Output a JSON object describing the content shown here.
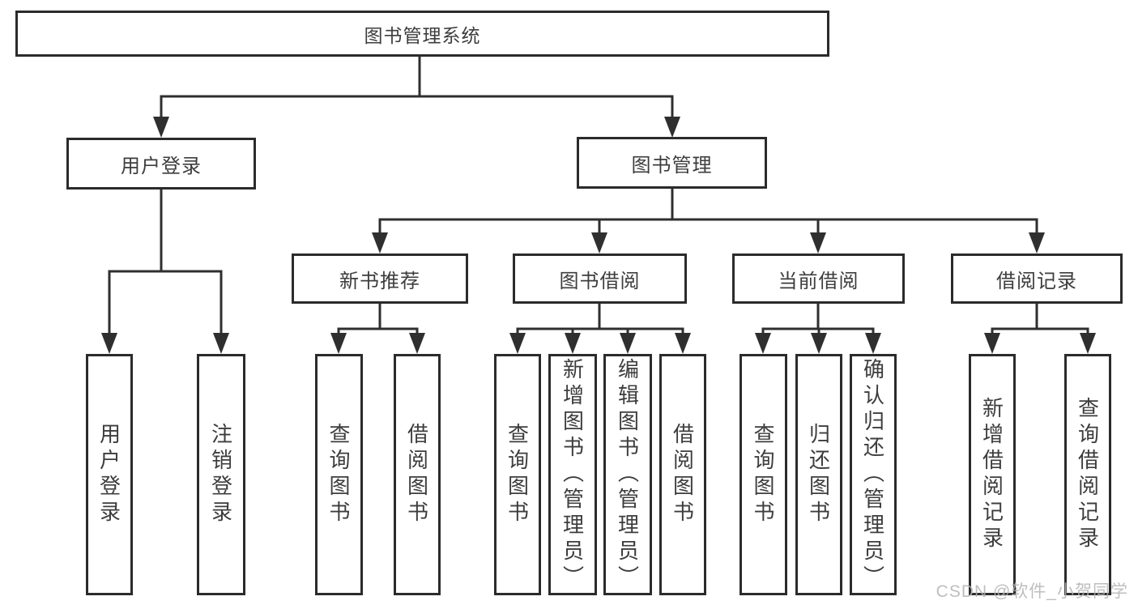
{
  "diagram": {
    "root": {
      "label": "图书管理系统"
    },
    "branches": [
      {
        "label": "用户登录",
        "leaves": [
          "用户登录",
          "注销登录"
        ]
      },
      {
        "label": "图书管理",
        "children": [
          {
            "label": "新书推荐",
            "leaves": [
              "查询图书",
              "借阅图书"
            ]
          },
          {
            "label": "图书借阅",
            "leaves": [
              "查询图书",
              "新增图书（管理员）",
              "编辑图书（管理员）",
              "借阅图书"
            ]
          },
          {
            "label": "当前借阅",
            "leaves": [
              "查询图书",
              "归还图书",
              "确认归还（管理员）"
            ]
          },
          {
            "label": "借阅记录",
            "leaves": [
              "新增借阅记录",
              "查询借阅记录"
            ]
          }
        ]
      }
    ]
  },
  "watermark": {
    "text": "CSDN @软件_小贺同学"
  },
  "colors": {
    "background": "#ffffff",
    "line": "#2f2f2f",
    "border": "#2b2b2b",
    "text": "#3d3d3d",
    "watermark": "#b3b3b3"
  }
}
